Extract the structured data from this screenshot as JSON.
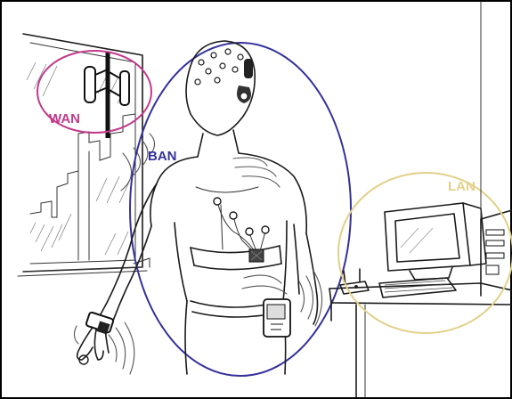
{
  "diagram": {
    "labels": {
      "wan": "WAN",
      "ban": "BAN",
      "lan": "LAN"
    },
    "colors": {
      "wan": "#c2398c",
      "ban": "#34329a",
      "lan": "#e2d089",
      "ink": "#1a1a1a",
      "frame": "#000000"
    }
  }
}
